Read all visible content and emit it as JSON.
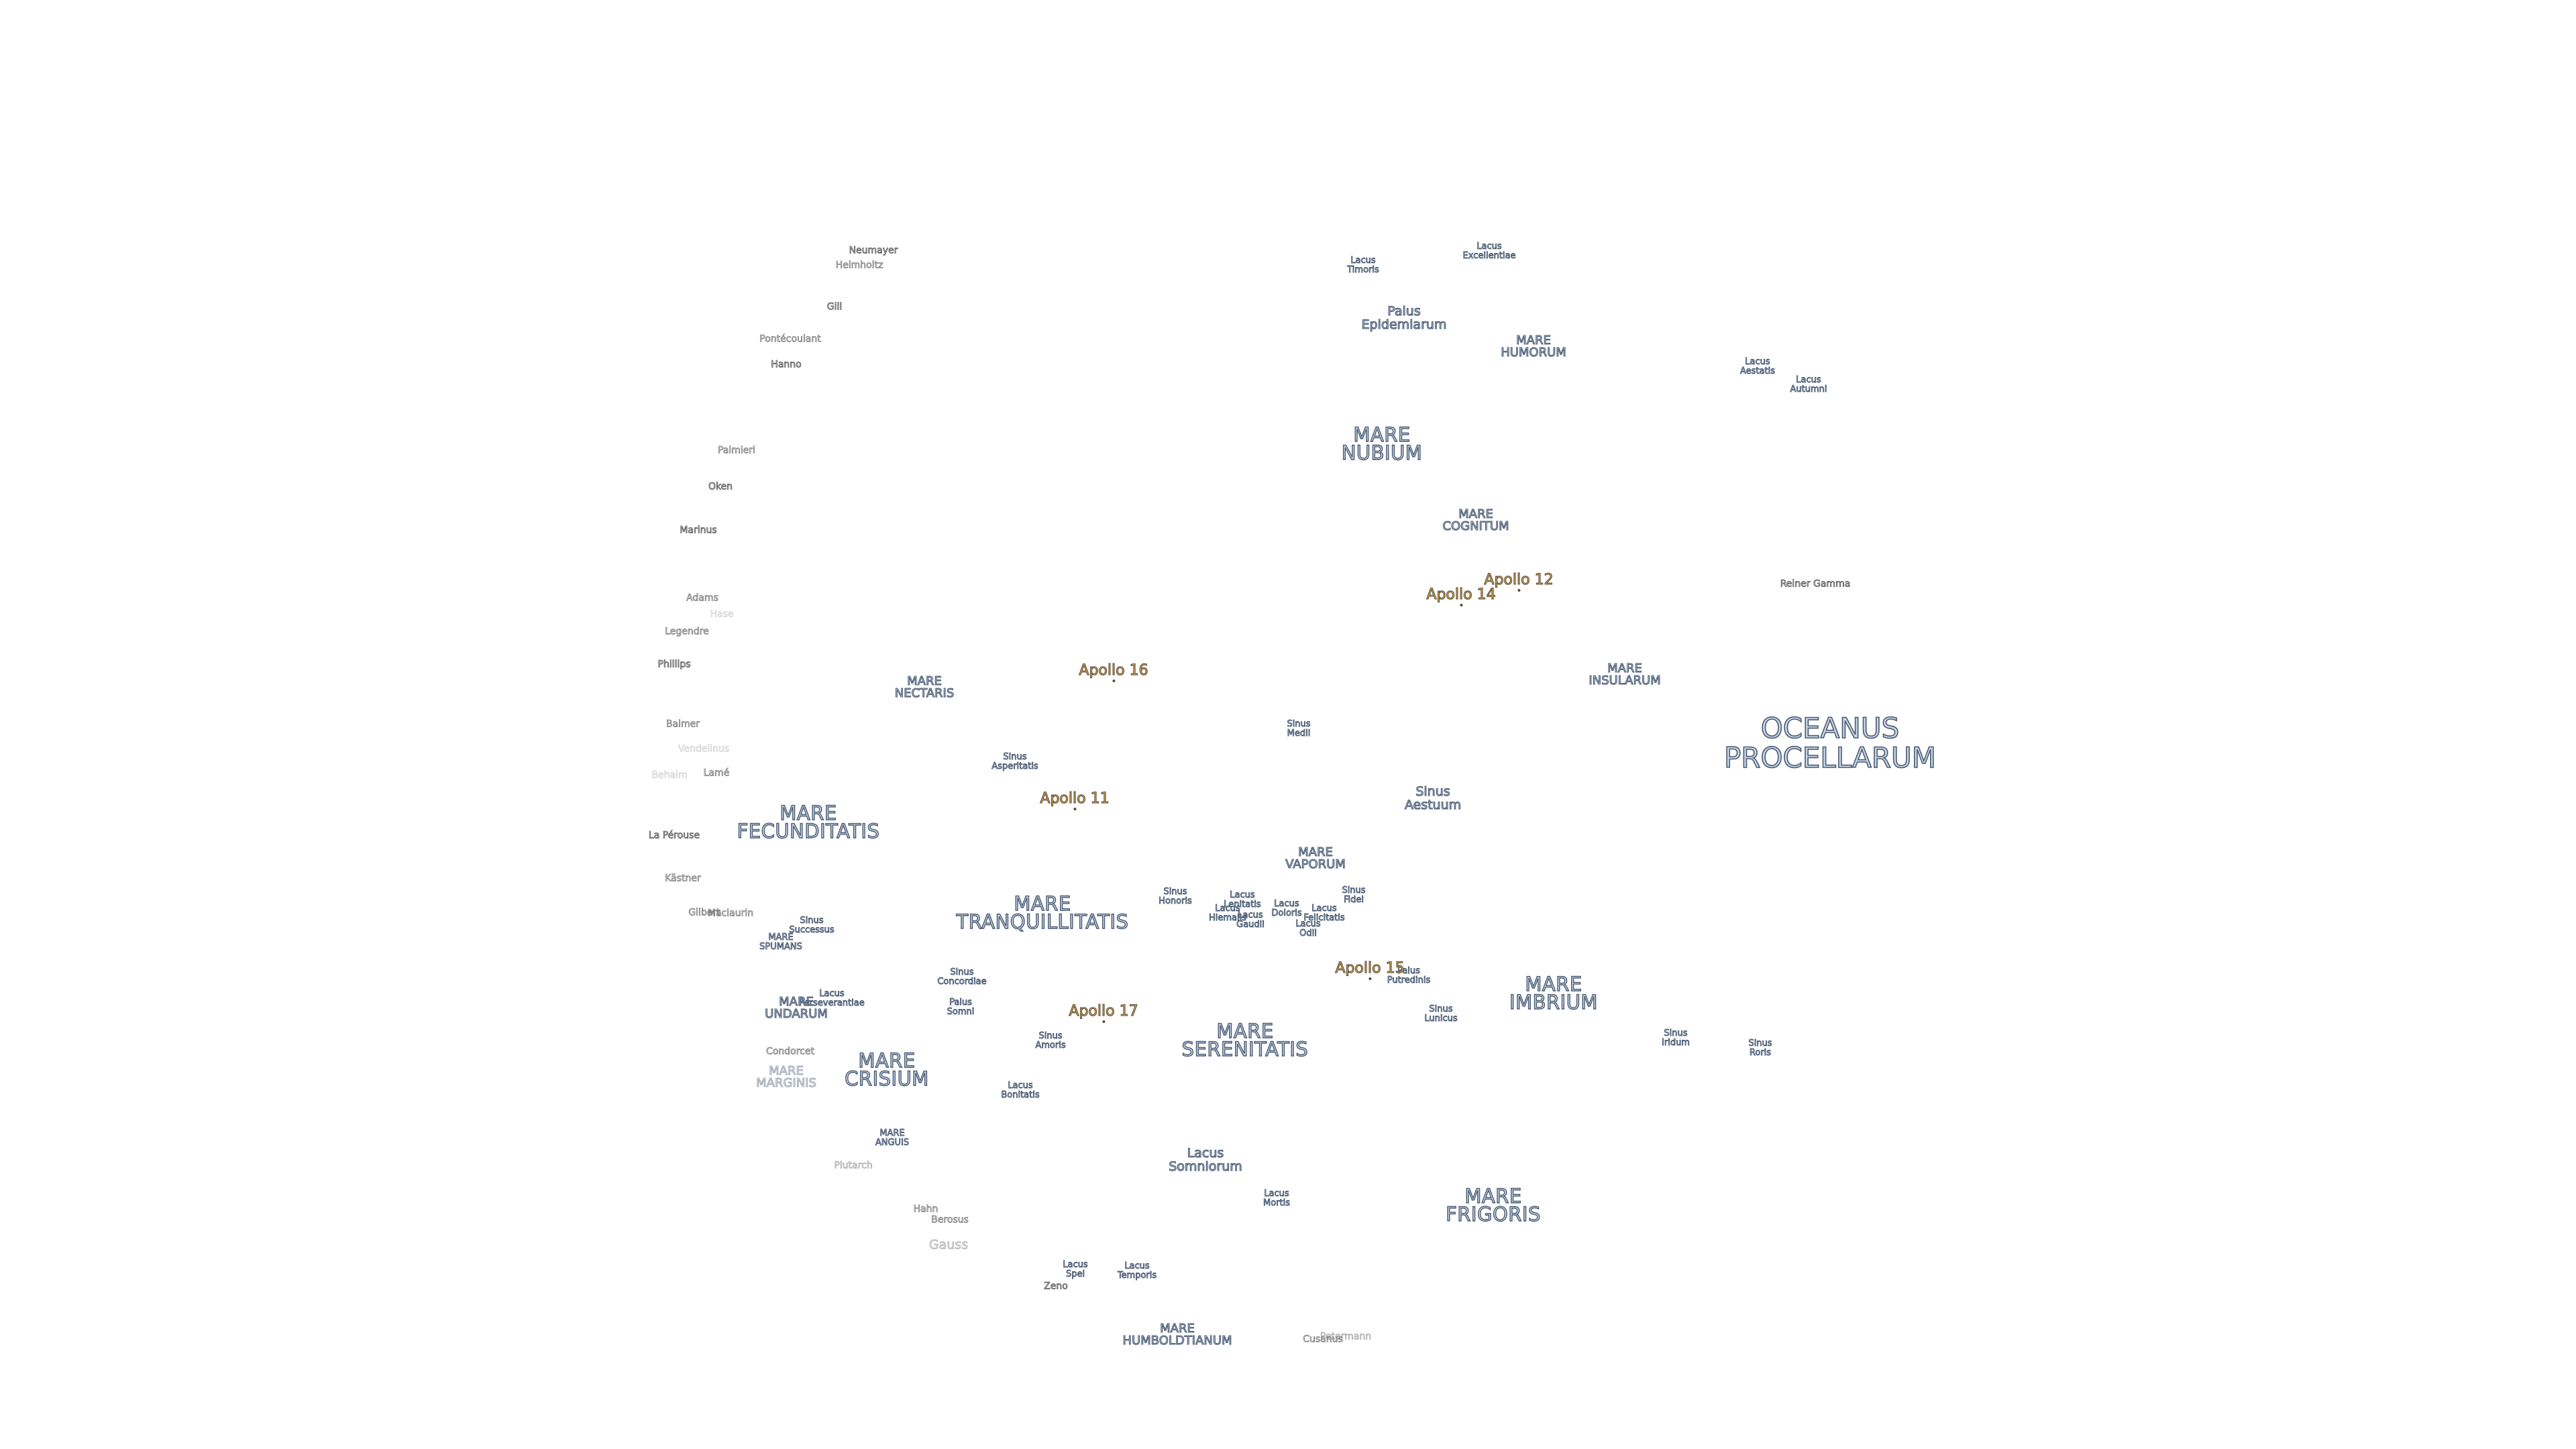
{
  "map": {
    "background": "#ffffff",
    "colors": {
      "mare_fill": "#c8d7e8",
      "mare_outline": "#4a5a72",
      "crater_fill": "#d8d8d8",
      "crater_outline": "#555555",
      "apollo_fill": "#e8b86a",
      "apollo_outline": "#5a4a30"
    },
    "maria": [
      {
        "name": "OCEANUS\nPROCELLARUM"
      },
      {
        "name": "MARE\nFRIGORIS"
      },
      {
        "name": "MARE\nIMBRIUM"
      },
      {
        "name": "MARE\nSERENITATIS"
      },
      {
        "name": "MARE\nTRANQUILLITATIS"
      },
      {
        "name": "MARE\nFECUNDITATIS"
      },
      {
        "name": "MARE\nCRISIUM"
      },
      {
        "name": "MARE\nNUBIUM"
      },
      {
        "name": "MARE\nHUMORUM"
      },
      {
        "name": "MARE\nINSULARUM"
      },
      {
        "name": "MARE\nCOGNITUM"
      },
      {
        "name": "MARE\nNECTARIS"
      },
      {
        "name": "MARE\nVAPORUM"
      },
      {
        "name": "MARE\nHUMBOLDTIANUM"
      },
      {
        "name": "MARE\nANGUIS"
      },
      {
        "name": "MARE\nSPUMANS"
      },
      {
        "name": "MARE\nUNDARUM"
      },
      {
        "name": "MARE\nMARGINIS"
      }
    ],
    "lakes": [
      {
        "name": "Lacus\nExcellentiae"
      },
      {
        "name": "Lacus\nTimoris"
      },
      {
        "name": "Palus\nEpidemiarum"
      },
      {
        "name": "Lacus\nAestatis"
      },
      {
        "name": "Lacus\nAutumni"
      },
      {
        "name": "Sinus\nMedii"
      },
      {
        "name": "Sinus\nAestuum"
      },
      {
        "name": "Sinus\nAsperitatis"
      },
      {
        "name": "Sinus\nHonoris"
      },
      {
        "name": "Lacus\nLenitatis"
      },
      {
        "name": "Lacus\nHiemalis"
      },
      {
        "name": "Lacus\nGaudii"
      },
      {
        "name": "Lacus\nDoloris"
      },
      {
        "name": "Lacus\nOdii"
      },
      {
        "name": "Lacus\nFelicitatis"
      },
      {
        "name": "Sinus\nFidei"
      },
      {
        "name": "Sinus\nSuccessus"
      },
      {
        "name": "Sinus\nConcordiae"
      },
      {
        "name": "Palus\nSomni"
      },
      {
        "name": "Lacus\nPerseverantiae"
      },
      {
        "name": "Sinus\nAmoris"
      },
      {
        "name": "Lacus\nBonitatis"
      },
      {
        "name": "Palus\nPutredinis"
      },
      {
        "name": "Sinus\nLunicus"
      },
      {
        "name": "Sinus\nIridum"
      },
      {
        "name": "Sinus\nRoris"
      },
      {
        "name": "Lacus\nSomniorum"
      },
      {
        "name": "Lacus\nMortis"
      },
      {
        "name": "Lacus\nSpei"
      },
      {
        "name": "Lacus\nTemporis"
      }
    ],
    "craters": [
      {
        "name": "Neumayer"
      },
      {
        "name": "Helmholtz"
      },
      {
        "name": "Gill"
      },
      {
        "name": "Pontécoulant"
      },
      {
        "name": "Hanno"
      },
      {
        "name": "Palmieri"
      },
      {
        "name": "Oken"
      },
      {
        "name": "Marinus"
      },
      {
        "name": "Adams"
      },
      {
        "name": "Hase"
      },
      {
        "name": "Legendre"
      },
      {
        "name": "Phillips"
      },
      {
        "name": "Balmer"
      },
      {
        "name": "Vendelinus"
      },
      {
        "name": "Lamé"
      },
      {
        "name": "Behaim"
      },
      {
        "name": "La Pérouse"
      },
      {
        "name": "Kästner"
      },
      {
        "name": "Gilbert"
      },
      {
        "name": "Maclaurin"
      },
      {
        "name": "Condorcet"
      },
      {
        "name": "Plutarch"
      },
      {
        "name": "Hahn"
      },
      {
        "name": "Berosus"
      },
      {
        "name": "Gauss"
      },
      {
        "name": "Zeno"
      },
      {
        "name": "Cusanus"
      },
      {
        "name": "Petermann"
      },
      {
        "name": "Reiner Gamma"
      }
    ],
    "apollo_sites": [
      {
        "name": "Apollo 12"
      },
      {
        "name": "Apollo 14"
      },
      {
        "name": "Apollo 16"
      },
      {
        "name": "Apollo 11"
      },
      {
        "name": "Apollo 15"
      },
      {
        "name": "Apollo 17"
      }
    ]
  }
}
